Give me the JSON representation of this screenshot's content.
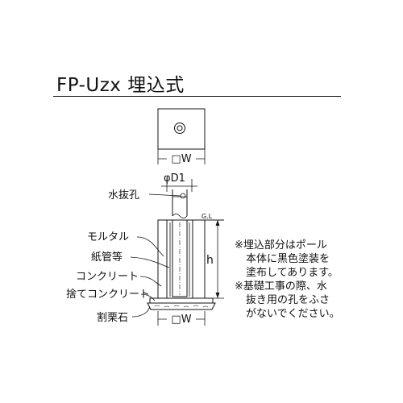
{
  "title": "FP-Uzx 埋込式",
  "labels": {
    "plan_width": "□W",
    "diameter": "φD1",
    "drain_hole": "水抜孔",
    "ground_level": "G.L",
    "mortar": "モルタル",
    "paper_tube": "紙管等",
    "concrete": "コンクリート",
    "leveling_concrete": "捨てコンクリート",
    "gravel": "割栗石",
    "height": "h",
    "bottom_width": "□W"
  },
  "notes": {
    "note1_line1": "※埋込部分はポール",
    "note1_line2": "本体に黒色塗装を",
    "note1_line3": "塗布してあります。",
    "note2_line1": "※基礎工事の際、水",
    "note2_line2": "抜き用の孔をふさ",
    "note2_line3": "がないでください。"
  }
}
